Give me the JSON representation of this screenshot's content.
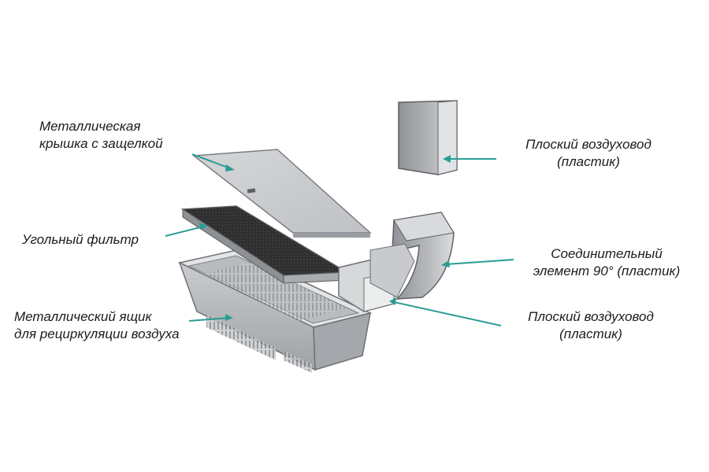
{
  "labels": {
    "lid": [
      "Металлическая",
      "крышка с защелкой"
    ],
    "filter": "Угольный фильтр",
    "box": [
      "Металлический ящик",
      "для рециркуляции воздуха"
    ],
    "duct_top": [
      "Плоский воздуховод",
      "(пластик)"
    ],
    "connector": [
      "Соединительный",
      "элемент 90° (пластик)"
    ],
    "duct_bottom": [
      "Плоский воздуховод",
      "(пластик)"
    ]
  },
  "colors": {
    "pointer": "#2a9d93",
    "metal_light": "#d9dadc",
    "metal_mid": "#b7b9bc",
    "metal_dark": "#8d9094",
    "filter": "#2b2b2b"
  }
}
